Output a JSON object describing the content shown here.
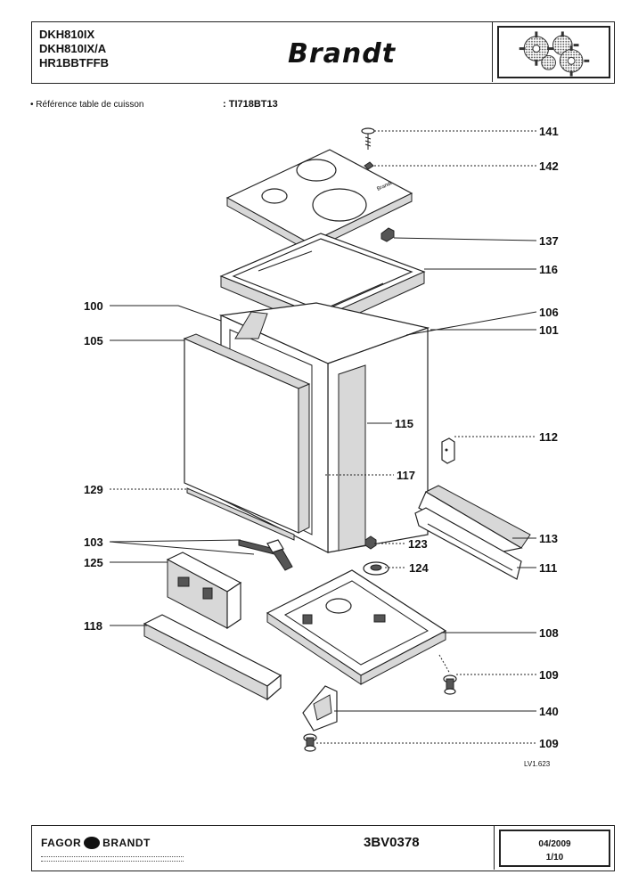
{
  "header": {
    "models": [
      "DKH810IX",
      "DKH810IX/A",
      "HR1BBTFFB"
    ],
    "brand": "Brandt"
  },
  "reference": {
    "label": "• Référence table de cuisson",
    "value": ": TI718BT13"
  },
  "diagram": {
    "labels": [
      {
        "id": "141",
        "text": "141"
      },
      {
        "id": "142",
        "text": "142"
      },
      {
        "id": "137",
        "text": "137"
      },
      {
        "id": "116",
        "text": "116"
      },
      {
        "id": "100",
        "text": "100"
      },
      {
        "id": "106",
        "text": "106"
      },
      {
        "id": "105",
        "text": "105"
      },
      {
        "id": "101",
        "text": "101"
      },
      {
        "id": "115",
        "text": "115"
      },
      {
        "id": "112",
        "text": "112"
      },
      {
        "id": "117",
        "text": "117"
      },
      {
        "id": "129",
        "text": "129"
      },
      {
        "id": "113",
        "text": "113"
      },
      {
        "id": "103",
        "text": "103"
      },
      {
        "id": "123",
        "text": "123"
      },
      {
        "id": "125",
        "text": "125"
      },
      {
        "id": "111",
        "text": "111"
      },
      {
        "id": "124",
        "text": "124"
      },
      {
        "id": "118",
        "text": "118"
      },
      {
        "id": "108",
        "text": "108"
      },
      {
        "id": "109a",
        "text": "109"
      },
      {
        "id": "140",
        "text": "140"
      },
      {
        "id": "109b",
        "text": "109"
      }
    ],
    "hob_brand_text": "Brandt",
    "drawing_ref": "LV1.623"
  },
  "footer": {
    "logo_left": "FAGOR",
    "logo_right": "BRANDT",
    "doc_number": "3BV0378",
    "date": "04/2009",
    "page": "1/10"
  }
}
